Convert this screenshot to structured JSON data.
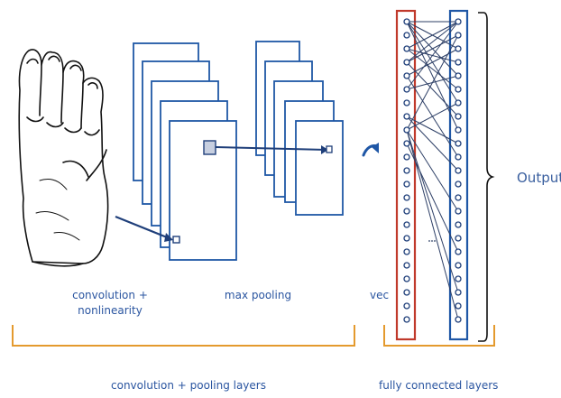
{
  "labels": {
    "convolution": "convolution +",
    "nonlinearity": "nonlinearity",
    "max_pooling": "max pooling",
    "vec": "vec",
    "output": "Output",
    "conv_pool_layers": "convolution + pooling layers",
    "fully_connected_layers": "fully connected layers"
  },
  "colors": {
    "frame": "#1f57a6",
    "brace": "#e49a2e",
    "input_vector": "#c0392b",
    "text": "#2a55a0",
    "hidden_vector": "#1f57a6"
  },
  "icons": {
    "input_image": "hand-sketch",
    "transition": "curved-arrow-icon",
    "output_brace": "right-brace"
  }
}
